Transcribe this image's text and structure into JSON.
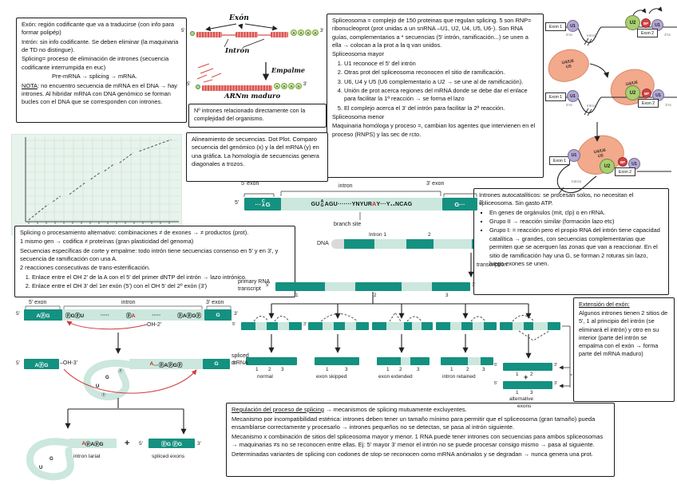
{
  "colors": {
    "exon": "#149180",
    "intron": "#cbe7de",
    "rna_red": "#d85450",
    "polya_green": "#cde6a6",
    "u1": "#b3a7d6",
    "u2": "#a9d06e",
    "bp": "#d94040",
    "snurp_blob": "#f2a98c",
    "dotplot_bg": "#e7f3ec"
  },
  "defs_box": {
    "t1": "Exón: región codificante que va a traducirse (con info para formar polipép)",
    "t2": "Intrón: sin info codificante. Se deben eliminar (la maquinaria de TD no distingue).",
    "t3": "Splicing= proceso de eliminación de intrones (secuencia codificante interrumpida en euc)",
    "t4": "Pre-mRNA → splicing → mRNA.",
    "nota_head": "NOTA",
    "nota_rest": ": no encuentro secuencia de mRNA en el DNA → hay intrones. Al hibridar mRNA con DNA genómico se forman bucles con el DNA que se corresponden con intrones."
  },
  "premrna": {
    "exon": "Exón",
    "intron": "Intrón",
    "empalme": "Empalme",
    "maduro": "ARNm maduro",
    "five": "5'",
    "three": "3'",
    "a": "A"
  },
  "n_intrones": {
    "text": "Nº intrones relacionado directamente con la complejidad del organismo."
  },
  "spliceosoma_box": {
    "intro": "Spliceosoma = complejo de 150 proteinas que regulan splicing. 5 son RNP= ribonucleoprot (prot unidas a un snRNA –U1, U2, U4, U5, U6-). Son RNA guías, complementarios a * secuencias (5' intrón, ramificación...) se unen a ella → colocan a la prot a la q van unidos.",
    "mayor": "Spliceosoma mayor",
    "steps": [
      "U1 reconoce el 5' del intrón",
      "Otras prot del spliceosoma reconocen el sitio de ramificación.",
      "U6, U4 y U5 (U6 complementario a U2 → se une al de ramificación).",
      "Unión de prot acerca regiones del mRNA donde se debe dar el enlace para facilitar la 1ª reacción → se forma el lazo",
      "El complejo acerca el 3' del intrón para facilitar la 2ª reacción."
    ],
    "menor": "Spliceosoma menor",
    "menor_text": "Maquinaria homóloga y proceso =, cambian los agentes que intervienen en el proceso (RNPS) y las sec de rcto."
  },
  "spliceo_fig": {
    "exon1": "Exon 1",
    "exon2": "Exon 2",
    "u1": "U1",
    "u2": "U2",
    "bp": "BP",
    "u4u6": "U4/U6",
    "u5": "U5",
    "intron": "Intron",
    "ss5": "5'ss",
    "ss3": "3'ss"
  },
  "alineamiento_box": {
    "text": "Alineamiento de secuencias. Dot Plot. Comparo secuencia del genómico (x) y la del mRNA (y) en una gráfica. La homología de secuencias genera diagonales a trozos."
  },
  "dotplot": {
    "segments": [
      [
        2,
        2,
        15,
        21
      ],
      [
        18,
        24,
        23,
        31
      ],
      [
        29,
        33,
        40,
        48
      ],
      [
        43,
        51,
        49,
        59
      ],
      [
        52,
        61,
        58,
        69
      ],
      [
        62,
        71,
        71,
        83
      ],
      [
        75,
        85,
        96,
        99
      ]
    ]
  },
  "consensus": {
    "exon5_label": "5' exon",
    "intron_label": "intron",
    "exon3_label": "3' exon",
    "five": "5'",
    "three": "3'",
    "exon5_pre": "···",
    "stack1_top": "C",
    "stack1_bot": "A",
    "exon5_post": "G",
    "intron_a": "GU",
    "stack2_top": "A",
    "stack2_bot": "G",
    "intron_b": "AGU·······YNYUR",
    "branch_a": "A",
    "intron_c": "Y···Y₁₁NCAG",
    "exon3_seq": "G···",
    "branch_label": "branch site"
  },
  "alt_box": {
    "l1": "Splicing o procesamiento alternativo: combinaciones ≠ de exones → ≠ productos (prot).",
    "l2": "1 mismo gen → codifica ≠ proteínas (gran plasticidad del genoma)",
    "l3": "Secuencias específicas de corte y empalme: todo intrón tiene secuencias consenso en 5' y en 3', y secuencia de ramificación con una A.",
    "l4": "2 reacciones consecutivas de trans-esterificación.",
    "s1": "Enlace entre el OH 2' de la A con el 5' del primer dNTP del intrón → lazo intrónico.",
    "s2": "Enlace entre el OH 3' del 1er exón (5') con el OH 5' del 2º exón (3')"
  },
  "alt_fig": {
    "dna": "DNA",
    "intron1": "Intron 1",
    "intron2": "2",
    "transcription": "transcription",
    "primary1": "primary RNA",
    "primary2": "transcript",
    "spliced1": "spliced",
    "spliced2": "mRNA",
    "five": "5'",
    "three": "3'",
    "n1": "1",
    "n2": "2",
    "n3": "3",
    "out1": "normal",
    "out2": "exon skipped",
    "out3": "exon extended",
    "out4": "intron retained",
    "alt1": "alternative",
    "alt2": "exons",
    "plus": "+"
  },
  "extension_box": {
    "title": "Extensión del exón:",
    "text": "Algunos intrones tienen 2 sitios de 5', 1 al principio del intrón (se eliminará el intrón) y otro en su interior (parte del intrón se empalma con el exón → forma parte del mRNA maduro)"
  },
  "auto_box": {
    "intro": "Intrones autocatalíticos: se procesan solos, no necesitan el spliceosoma. Sin gasto ATP.",
    "b1": "En genes de orgánulos (mit, clp) o en rRNA.",
    "b2": "Grupo II → reacción similar (formación lazo etc)",
    "b3": "Grupo I: = reacción pero el propio RNA del intrón tiene capacidad catalítica → grandes, con secuencias complementarias que permiten que se acerquen las zonas que van a reaccionar. En el sitio de ramificación hay una G, se forman 2 roturas sin lazo, luego exones se unen."
  },
  "mech": {
    "exon5_label": "5' exon",
    "intron_label": "intron",
    "exon3_label": "3' exon",
    "five": "5'",
    "three": "3'",
    "rowA_exon": "AⓟG",
    "ia": "ⓟGⓟU",
    "dots": "·····",
    "p": "ⓟ",
    "A": "A",
    "ib": "ⓟAⓟGⓟ",
    "exon3": "G",
    "oh2": "OH-2'",
    "oh3": "–OH-3'",
    "rowB_exon": "AⓟG",
    "tail_b": "···ⓟAⓟGⓟ",
    "G": "G",
    "U": "U",
    "lariat_tail": "ⓟAⓟG",
    "lbl_lariat": "intron lariat",
    "lbl_exons": "spliced exons",
    "plus": "+",
    "exons_seq": "ⓟG ⓟG"
  },
  "regulacion_box": {
    "title": "Regulación del proceso de splicing",
    "title_rest": " → mecanismos de splicing mutuamente excluyentes.",
    "l2": "Mecanismo por incompatibilidad estérica: intrones deben tener un tamaño mínimo para permitir que el spliceosoma (gran tamaño)  pueda ensamblarse correctamente y procesarlo → intrones pequeños no se detectan, se pasa al intrón siguiente.",
    "l3": "Mecanismo x combinación de sitios del spliceosoma mayor y menor. 1 RNA puede tener intrones con secuencias para ambos spliceosomas → maquinarias ≠s no se reconocen entre ellas. Ej: 5' mayor 3' menor el intrón no se puede procesar consigo mismo → pasa al siguiente.",
    "l4": "Determinadas variantes de splicing con codones de stop se reconocen como mRNA anómalos y se degradan → nunca genera una prot."
  }
}
